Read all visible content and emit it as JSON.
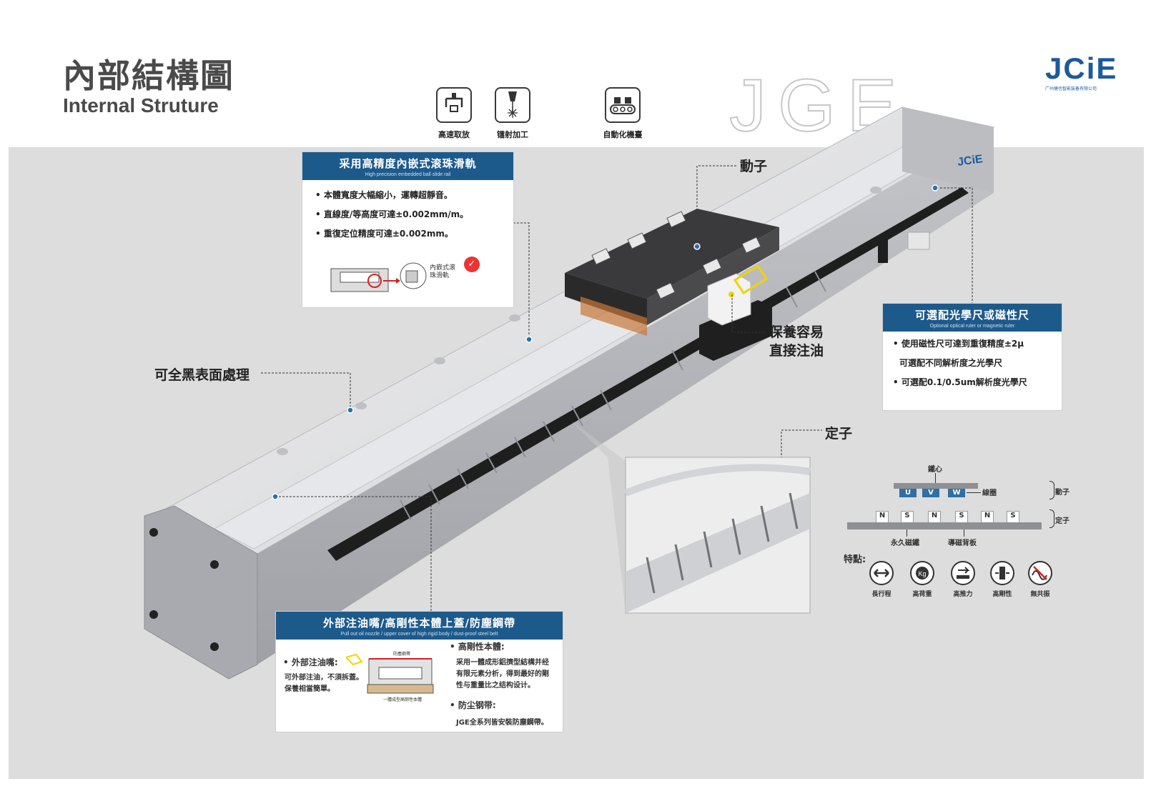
{
  "header": {
    "title_cn": "內部結構圖",
    "title_en": "Internal Struture",
    "model": "JGE",
    "logo_text": "JCiE",
    "logo_sub": "广州捷也智能装备有限公司"
  },
  "applications": [
    {
      "label": "高速取放",
      "icon": "gripper-icon"
    },
    {
      "label": "镭射加工",
      "icon": "laser-icon"
    },
    {
      "label": "自動化機臺",
      "icon": "conveyor-icon"
    }
  ],
  "panel_rail": {
    "title": "采用高精度內嵌式滚珠滑軌",
    "subtitle": "High precision embedded ball slide rail",
    "bullets": [
      "本體寬度大幅縮小，運轉超靜音。",
      "直線度/等高度可達±0.002mm/m。",
      "重復定位精度可達±0.002mm。"
    ],
    "diagram_label": "內嵌式滚珠滑軌"
  },
  "panel_ruler": {
    "title": "可選配光學尺或磁性尺",
    "subtitle": "Optional optical ruler or magnetic ruler",
    "bullets": [
      "使用磁性尺可達到重復精度±2μ",
      "可選配不同解析度之光學尺",
      "可選配0.1/0.5um解析度光學尺"
    ]
  },
  "panel_body": {
    "title": "外部注油嘴/高剛性本體上蓋/防塵鋼帶",
    "subtitle": "Pull out oil nozzle / upper cover of high rigid body / dust-proof steel belt",
    "nozzle_head": "外部注油嘴:",
    "nozzle_text": [
      "可外部注油，不須拆蓋。",
      "保養相當簡單。"
    ],
    "diagram_top": "防塵鋼帶",
    "diagram_bottom": "一體成型高剛性本體",
    "rigid_head": "高剛性本體:",
    "rigid_text": [
      "采用一體成形鋁擠型結構并经",
      "有限元素分析，得到最好的剛",
      "性与重量比之结构设计。"
    ],
    "dust_head": "防尘钢带:",
    "dust_text": "JGE全系列皆安裝防塵鋼帶。"
  },
  "callouts": {
    "mover": "動子",
    "maintenance_1": "保養容易",
    "maintenance_2": "直接注油",
    "black_finish": "可全黑表面處理",
    "stator": "定子"
  },
  "motor_diagram": {
    "core": "鐵心",
    "coil": "線圈",
    "mover": "動子",
    "stator": "定子",
    "coil_phases": [
      "U",
      "V",
      "W"
    ],
    "magnets": [
      "N",
      "S",
      "N",
      "S",
      "N",
      "S"
    ],
    "magnet_label": "永久磁鐵",
    "backplate_label": "導磁背板",
    "features_title": "特點:",
    "features": [
      {
        "label": "長行程",
        "icon": "double-arrow-icon"
      },
      {
        "label": "高荷重",
        "icon": "weight-icon"
      },
      {
        "label": "高推力",
        "icon": "thrust-icon"
      },
      {
        "label": "高剛性",
        "icon": "rigidity-icon"
      },
      {
        "label": "無共振",
        "icon": "no-resonance-icon"
      }
    ]
  },
  "colors": {
    "accent": "#1d5a8c",
    "band": "#dddddd",
    "coil": "#2f6fa6",
    "rail_body": "#d9dadd"
  }
}
